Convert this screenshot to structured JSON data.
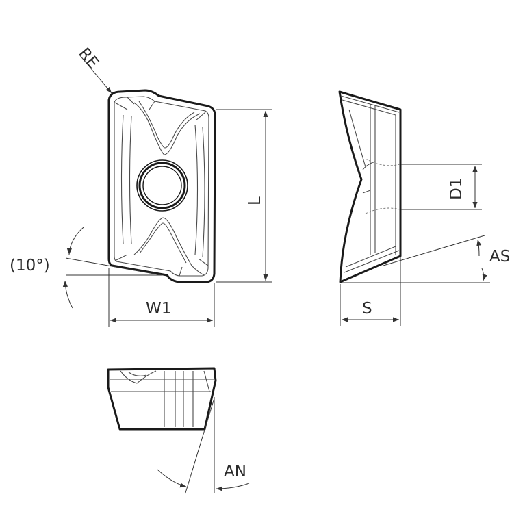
{
  "labels": {
    "re": "RE",
    "angle_10": "(10°)",
    "l": "L",
    "w1": "W1",
    "d1": "D1",
    "as": "AS",
    "s": "S",
    "an": "AN"
  }
}
